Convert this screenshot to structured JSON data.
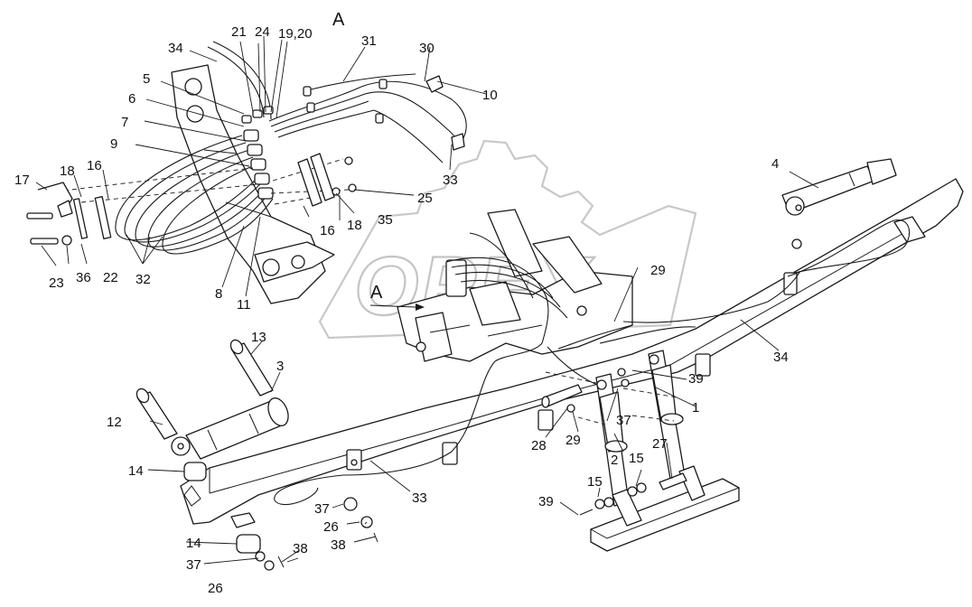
{
  "watermark": {
    "text": "OPEX"
  },
  "view": {
    "marker": "A"
  },
  "labels": {
    "l1": "1",
    "l2": "2",
    "l3": "3",
    "l4": "4",
    "l5": "5",
    "l6": "6",
    "l7": "7",
    "l8": "8",
    "l9": "9",
    "l10": "10",
    "l11": "11",
    "l12": "12",
    "l13": "13",
    "l14a": "14",
    "l14b": "14",
    "l15a": "15",
    "l15b": "15",
    "l16a": "16",
    "l16b": "16",
    "l17": "17",
    "l18a": "18",
    "l18b": "18",
    "l1920": "19,20",
    "l21": "21",
    "l22": "22",
    "l23": "23",
    "l24": "24",
    "l25": "25",
    "l26a": "26",
    "l26b": "26",
    "l27": "27",
    "l28": "28",
    "l29a": "29",
    "l29b": "29",
    "l30": "30",
    "l31": "31",
    "l32": "32",
    "l33a": "33",
    "l33b": "33",
    "l34a": "34",
    "l34b": "34",
    "l35": "35",
    "l36": "36",
    "l37a": "37",
    "l37b": "37",
    "l37c": "37",
    "l38a": "38",
    "l38b": "38",
    "l39a": "39",
    "l39b": "39"
  }
}
